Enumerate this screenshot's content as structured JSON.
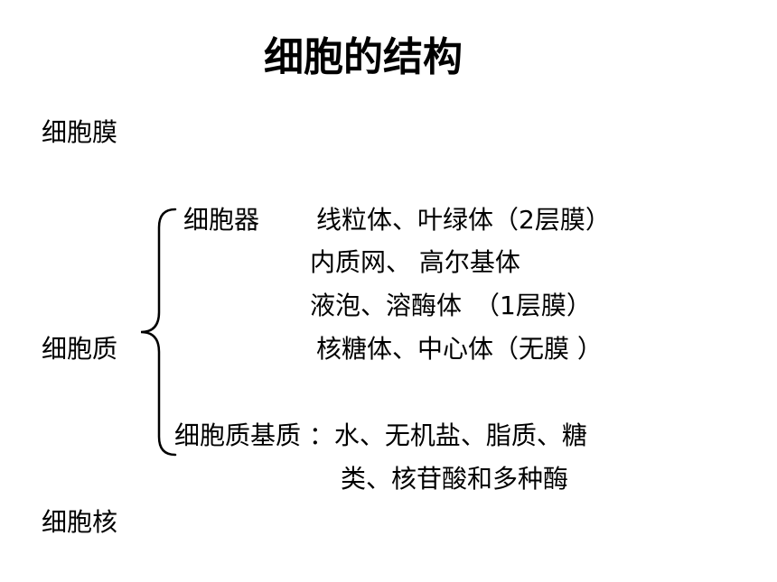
{
  "slide": {
    "title": "细胞的结构",
    "membrane": "细胞膜",
    "cytoplasm": {
      "label": "细胞质",
      "organelles": {
        "label": "细胞器",
        "double_membrane": "线粒体、叶绿体（2层膜）",
        "single_membrane_a": "内质网、 高尔基体",
        "single_membrane_b": "液泡、溶酶体　（1层膜）",
        "no_membrane": "核糖体、中心体（无膜 ）"
      },
      "matrix": {
        "line1": "细胞质基质 ：水、无机盐、脂质、糖",
        "line2": "类、核苷酸和多种酶"
      }
    },
    "nucleus": "细胞核"
  }
}
